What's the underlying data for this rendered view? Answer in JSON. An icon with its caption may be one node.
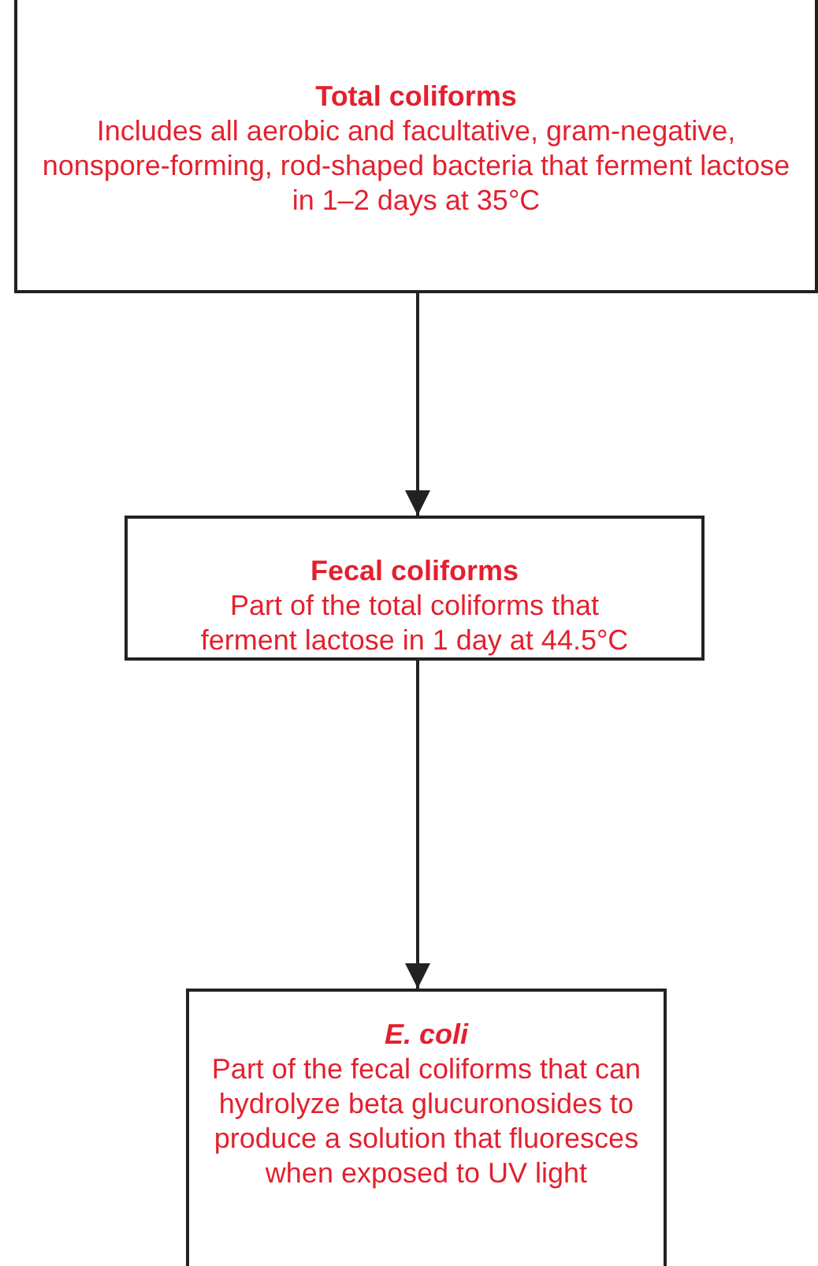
{
  "diagram": {
    "nodes": [
      {
        "text": [
          "Total coliforms",
          "Includes all aerobic and facultative, gram-negative, nonspore-forming, rod-shaped bacteria that ferment lactose in 1–2 days at 35°C"
        ]
      },
      {
        "text": [
          "Fecal coliforms",
          "Part of the total coliforms that ferment lactose in 1 day at 44.5°C"
        ]
      },
      {
        "text": [
          "*E. coli*",
          "Part of the fecal coliforms that can hydrolyze beta glucuronosides to produce a solution that fluoresces when exposed to UV light"
        ]
      }
    ],
    "edges": [
      {
        "from": 0,
        "to": 1,
        "arrow": "to"
      },
      {
        "from": 1,
        "to": 2,
        "arrow": "to"
      }
    ]
  }
}
